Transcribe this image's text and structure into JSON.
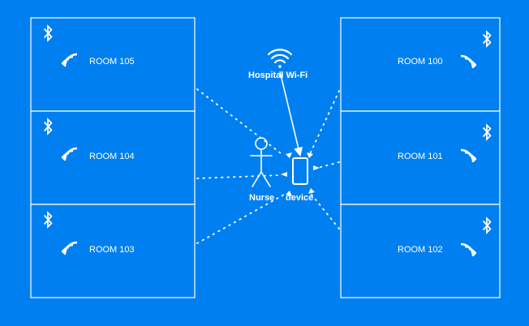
{
  "wifi": {
    "label": "Hospital Wi-Fi",
    "icon": "wifi-icon"
  },
  "nurse": {
    "label": "Nurse",
    "icon": "person-icon"
  },
  "device": {
    "label": "device",
    "icon": "smartphone-icon"
  },
  "rooms_left": [
    {
      "label": "ROOM 105",
      "icons": [
        "bluetooth-icon",
        "nfc-signal-icon"
      ]
    },
    {
      "label": "ROOM 104",
      "icons": [
        "bluetooth-icon",
        "nfc-signal-icon"
      ]
    },
    {
      "label": "ROOM 103",
      "icons": [
        "bluetooth-icon",
        "nfc-signal-icon"
      ]
    }
  ],
  "rooms_right": [
    {
      "label": "ROOM 100",
      "icons": [
        "bluetooth-icon",
        "nfc-signal-icon"
      ]
    },
    {
      "label": "ROOM 101",
      "icons": [
        "bluetooth-icon",
        "nfc-signal-icon"
      ]
    },
    {
      "label": "ROOM 102",
      "icons": [
        "bluetooth-icon",
        "nfc-signal-icon"
      ]
    }
  ],
  "colors": {
    "background": "#0080f0",
    "stroke": "#ffffff"
  }
}
